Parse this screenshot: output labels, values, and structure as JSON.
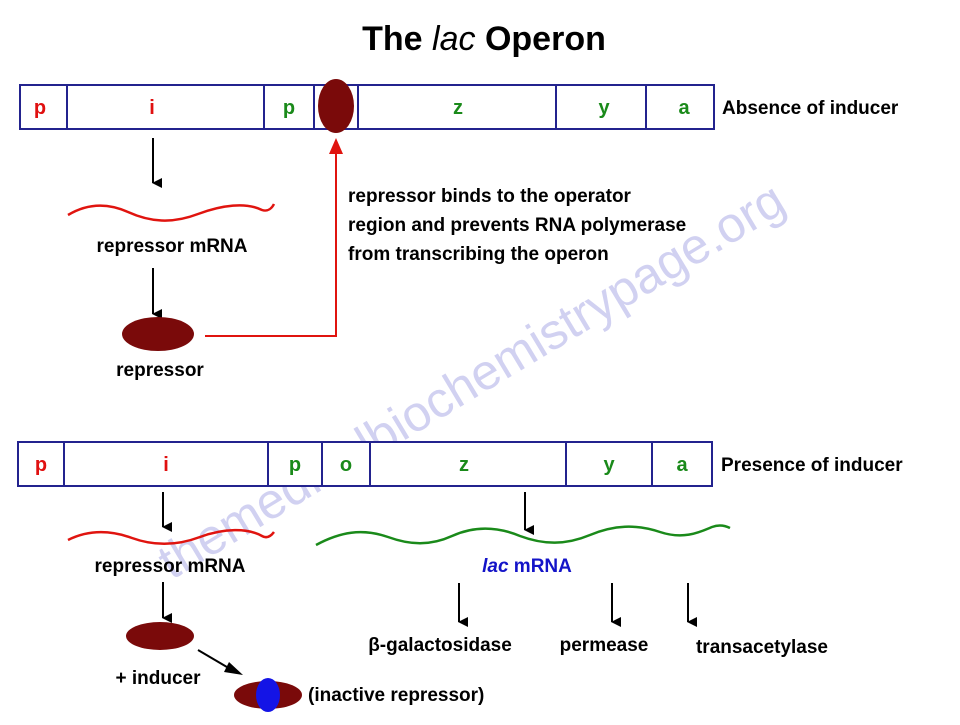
{
  "title": {
    "prefix": "The ",
    "italic": "lac",
    "suffix": " Operon"
  },
  "watermark": "themedicalbiochemistrypage.org",
  "colors": {
    "gene_border": "#23238e",
    "red_text": "#e01010",
    "green_text": "#1a8a1a",
    "repressor_fill": "#7a0a0a",
    "inducer_fill": "#1414e6",
    "red_line": "#e0140f",
    "green_line": "#1a8a1a",
    "blue_text": "#1414c8",
    "watermark": "#c9c9ef"
  },
  "top_operon": {
    "segments": [
      "p",
      "i",
      "p",
      "",
      "z",
      "y",
      "a"
    ],
    "condition": "Absence of inducer"
  },
  "bottom_operon": {
    "segments": [
      "p",
      "i",
      "p",
      "o",
      "z",
      "y",
      "a"
    ],
    "condition": "Presence of inducer"
  },
  "labels": {
    "repressor_mrna_top": "repressor mRNA",
    "repressor_top": "repressor",
    "explanation_line1": "repressor binds to the operator",
    "explanation_line2": "region and prevents RNA polymerase",
    "explanation_line3": "from transcribing the operon",
    "repressor_mrna_bottom": "repressor mRNA",
    "plus_inducer": "+ inducer",
    "inactive_repressor": "(inactive repressor)",
    "lac_mrna_italic": "lac",
    "lac_mrna_rest": " mRNA",
    "product_1": "β-galactosidase",
    "product_2": "permease",
    "product_3": "transacetylase"
  }
}
